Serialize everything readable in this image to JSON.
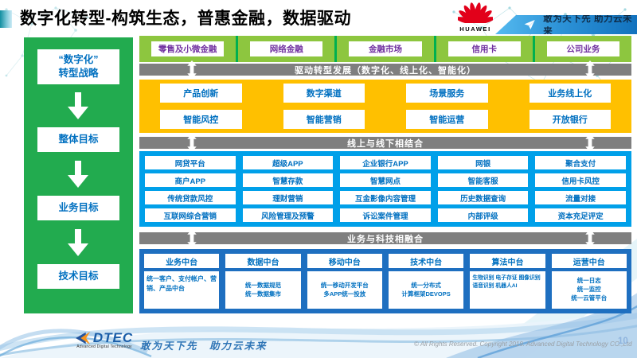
{
  "header": {
    "title": "数字化转型-构筑生态，普惠金融，数据驱动",
    "huawei_label": "HUAWEI",
    "ribbon_slogan": "敢为天下先 助力云未来"
  },
  "sidebar": {
    "items": [
      "“数字化”\n转型战略",
      "整体目标",
      "业务目标",
      "技术目标"
    ]
  },
  "business_lines": [
    "零售及小微金融",
    "网络金融",
    "金融市场",
    "信用卡",
    "公司业务"
  ],
  "bars": {
    "drive": "驱动转型发展（数字化、线上化、智能化）",
    "online_offline": "线上与线下相结合",
    "tech_fusion": "业务与科技相融合"
  },
  "capabilities": {
    "row1": [
      "产品创新",
      "数字渠道",
      "场景服务",
      "业务线上化"
    ],
    "row2": [
      "智能风控",
      "智能营销",
      "智能运营",
      "开放银行"
    ]
  },
  "applications": {
    "rows": [
      [
        "网贷平台",
        "超级APP",
        "企业银行APP",
        "网银",
        "聚合支付"
      ],
      [
        "商户APP",
        "智慧存款",
        "智慧网点",
        "智能客服",
        "信用卡风控"
      ],
      [
        "传统贷款风控",
        "理财营销",
        "互金影像内容管理",
        "历史数据查询",
        "流量对接"
      ],
      [
        "互联网综合营销",
        "风险管理及预警",
        "诉讼案件管理",
        "内部评级",
        "资本充足评定"
      ]
    ]
  },
  "platforms": {
    "columns": [
      {
        "title": "业务中台",
        "detail": "统一客户、支付帐户、营销、产品中台"
      },
      {
        "title": "数据中台",
        "detail": "统一数据规范\n统一数据集市"
      },
      {
        "title": "移动中台",
        "detail": "统一移动开发平台\n多APP统一投放"
      },
      {
        "title": "技术中台",
        "detail": "统一分布式\n计算框架DEVOPS"
      },
      {
        "title": "算法中台",
        "detail": "生物识别 电子存证\n图像识别 语音识别\n机器人AI"
      },
      {
        "title": "运营中台",
        "detail": "统一日志\n统一监控\n统一云管平台"
      }
    ]
  },
  "footer": {
    "logo_text": "DTEC",
    "logo_subtext": "Advanced Digital Technology",
    "slogan": "敢为天下先　助力云未来",
    "copyright": "© All Rights Reserved. Copyright 2019. Advanced Digital Technology CO.,Ltd",
    "page_number": "10"
  },
  "colors": {
    "sidebar_green": "#22AB4F",
    "light_green": "#8DC63F",
    "divider_green": "#00B050",
    "yellow": "#FFC000",
    "bright_blue": "#00A0E9",
    "dark_blue": "#1E6FC0",
    "gray_bar": "#7F7F7F",
    "purple_text": "#7030A0",
    "blue_text": "#0070C0",
    "huawei_red": "#E2001A",
    "ribbon_blue": "#1272BE"
  }
}
